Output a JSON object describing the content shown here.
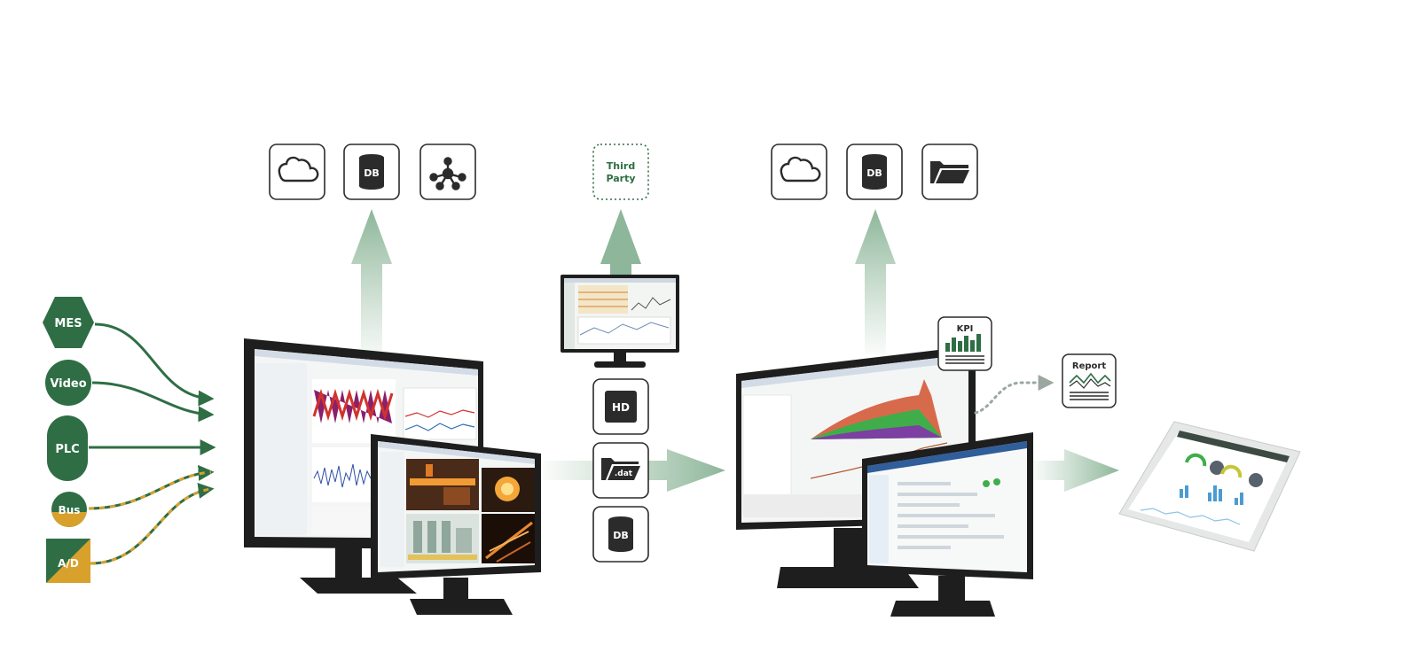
{
  "colors": {
    "green": "#2f6e45",
    "light_green": "#9cbfa4",
    "gold": "#d7a12b",
    "dark": "#2b2b2b"
  },
  "inputs": [
    {
      "label": "MES",
      "shape": "hexagon",
      "fill": "green"
    },
    {
      "label": "Video",
      "shape": "circle",
      "fill": "green"
    },
    {
      "label": "PLC",
      "shape": "pill",
      "fill": "green"
    },
    {
      "label": "Bus",
      "shape": "circle",
      "fill": "green-gold"
    },
    {
      "label": "A/D",
      "shape": "square",
      "fill": "green-gold-diagonal"
    }
  ],
  "left_outputs": [
    {
      "icon": "cloud-icon"
    },
    {
      "icon": "database-icon",
      "label": "DB"
    },
    {
      "icon": "network-icon"
    }
  ],
  "third_party": {
    "line1": "Third",
    "line2": "Party"
  },
  "storage": [
    {
      "icon": "hard-drive-icon",
      "label": "HD"
    },
    {
      "icon": "folder-icon",
      "label": ".dat"
    },
    {
      "icon": "database-icon",
      "label": "DB"
    }
  ],
  "right_outputs": [
    {
      "icon": "cloud-icon"
    },
    {
      "icon": "database-icon",
      "label": "DB"
    },
    {
      "icon": "folder-icon"
    }
  ],
  "kpi": {
    "label": "KPI"
  },
  "report": {
    "label": "Report"
  }
}
